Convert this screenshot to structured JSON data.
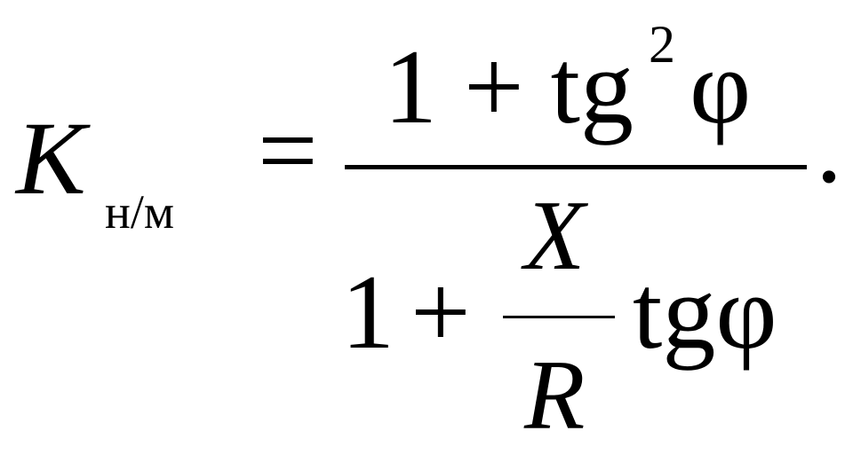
{
  "formula": {
    "lhs_symbol": "K",
    "lhs_subscript": "н/м",
    "equals": "=",
    "numerator": "1 + tg",
    "numerator_exponent": "2",
    "numerator_phi": "φ",
    "denominator_one": "1",
    "denominator_plus": "+",
    "inner_numerator": "X",
    "inner_denominator": "R",
    "inner_trig": "tgφ",
    "end_mark": "."
  }
}
